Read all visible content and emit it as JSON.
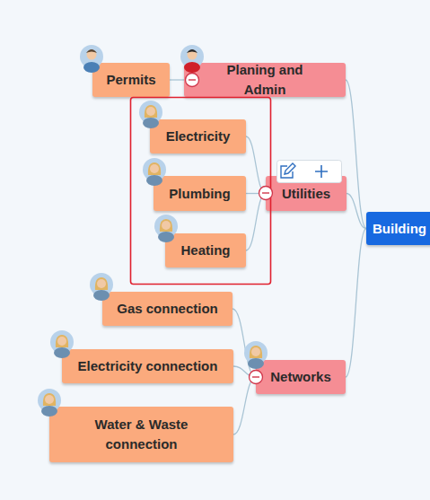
{
  "diagram": {
    "nodes": [
      {
        "text": [
          "Permits"
        ]
      },
      {
        "text": [
          "Planing and Admin"
        ]
      },
      {
        "text": [
          "Electricity"
        ]
      },
      {
        "text": [
          "Plumbing"
        ]
      },
      {
        "text": [
          "Heating"
        ]
      },
      {
        "text": [
          "Utilities"
        ]
      },
      {
        "text": [
          "Gas connection"
        ]
      },
      {
        "text": [
          "Electricity connection"
        ]
      },
      {
        "text": [
          "Water & Waste connection"
        ]
      },
      {
        "text": [
          "Networks"
        ]
      },
      {
        "text": [
          "Building"
        ]
      }
    ],
    "edges": [
      {
        "from": 1,
        "to": 0,
        "arrow": "none"
      },
      {
        "from": 10,
        "to": 1,
        "arrow": "none"
      },
      {
        "from": 5,
        "to": 2,
        "arrow": "none"
      },
      {
        "from": 5,
        "to": 3,
        "arrow": "none"
      },
      {
        "from": 5,
        "to": 4,
        "arrow": "none"
      },
      {
        "from": 10,
        "to": 5,
        "arrow": "none"
      },
      {
        "from": 9,
        "to": 6,
        "arrow": "none"
      },
      {
        "from": 9,
        "to": 7,
        "arrow": "none"
      },
      {
        "from": 9,
        "to": 8,
        "arrow": "none"
      },
      {
        "from": 10,
        "to": 9,
        "arrow": "none"
      }
    ]
  }
}
